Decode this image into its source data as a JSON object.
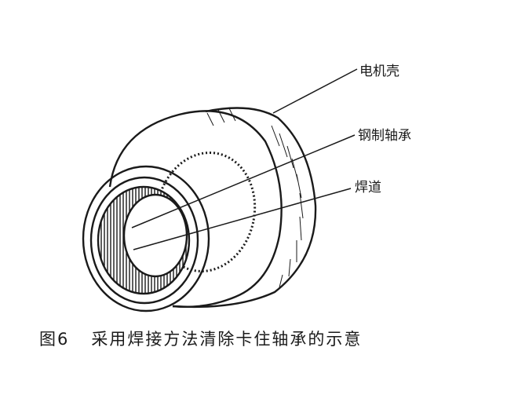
{
  "labels": {
    "motor_housing": "电机壳",
    "steel_bearing": "钢制轴承",
    "weld_bead": "焊道"
  },
  "caption": {
    "figure_number": "图6",
    "text": "采用焊接方法清除卡住轴承的示意"
  },
  "colors": {
    "ink": "#1a1a1a",
    "background": "#ffffff"
  }
}
